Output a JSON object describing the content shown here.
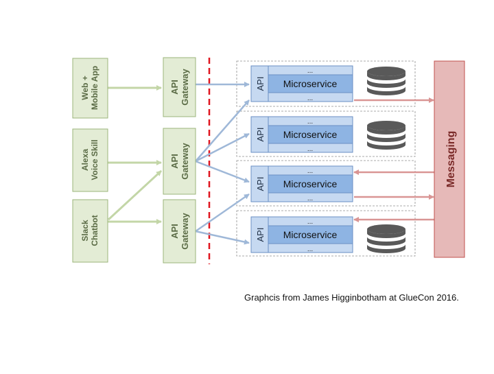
{
  "clients": [
    {
      "line1": "Web +",
      "line2": "Mobile App"
    },
    {
      "line1": "Alexa",
      "line2": "Voice Skill"
    },
    {
      "line1": "Slack",
      "line2": "Chatbot"
    }
  ],
  "gateways": [
    {
      "line1": "API",
      "line2": "Gateway"
    },
    {
      "line1": "API",
      "line2": "Gateway"
    },
    {
      "line1": "API",
      "line2": "Gateway"
    }
  ],
  "services": [
    {
      "api": "API",
      "name": "Microservice",
      "top": "...",
      "bottom": "...",
      "has_database": true
    },
    {
      "api": "API",
      "name": "Microservice",
      "top": "...",
      "bottom": "...",
      "has_database": true
    },
    {
      "api": "API",
      "name": "Microservice",
      "top": "...",
      "bottom": "...",
      "has_database": false
    },
    {
      "api": "API",
      "name": "Microservice",
      "top": "...",
      "bottom": "...",
      "has_database": true
    }
  ],
  "messaging": {
    "label": "Messaging"
  },
  "caption": "Graphcis from James Higginbotham at GlueCon 2016.",
  "colors": {
    "client_fill": "#e3ecd5",
    "client_stroke": "#9bb47a",
    "gateway_fill": "#e3ecd5",
    "gateway_stroke": "#9bb47a",
    "service_band": "#c6d9f1",
    "service_core": "#8eb4e3",
    "service_stroke": "#6a8fc4",
    "messaging_fill": "#e6b9b8",
    "messaging_stroke": "#c0504d",
    "database": "#595959",
    "dashed_divider": "#e0141e"
  }
}
